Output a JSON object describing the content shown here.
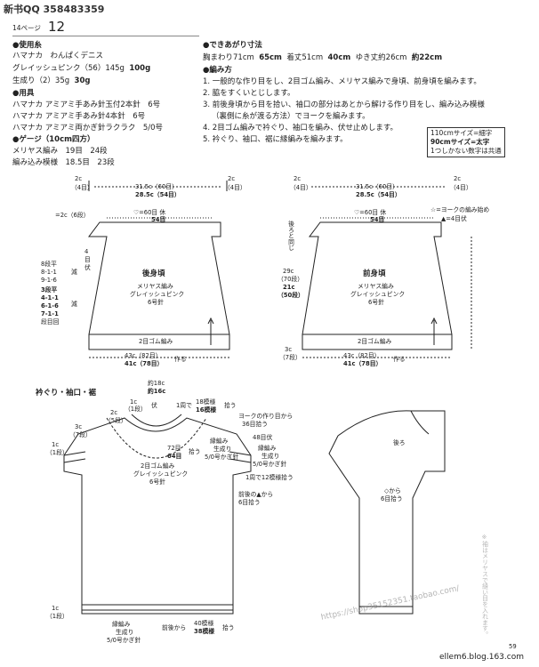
{
  "header": {
    "qq_text": "新书QQ 358483359",
    "page_label": "14ページ",
    "page_number": "12"
  },
  "materials": {
    "yarn_title": "●使用糸",
    "yarn_line1": "ハマナカ　わんぱくデニス",
    "yarn_line2a": "グレイッシュピンク（56）145g",
    "yarn_line2b": "100g",
    "yarn_line3a": "生成り（2）35g",
    "yarn_line3b": "30g",
    "tools_title": "●用具",
    "tools_line1": "ハマナカ アミアミ手あみ針玉付2本針　6号",
    "tools_line2": "ハマナカ アミアミ手あみ針4本針　6号",
    "tools_line3": "ハマナカ アミアミ両かぎ針ラクラク　5/0号",
    "gauge_title": "●ゲージ（10cm四方）",
    "gauge_line1": "メリヤス編み　19目　24段",
    "gauge_line2": "編み込み模様　18.5目　23段"
  },
  "finished": {
    "title": "●できあがり寸法",
    "line_a": "胸まわり71cm",
    "line_b": "65cm",
    "line_c": "着丈51cm",
    "line_d": "40cm",
    "line_e": "ゆき丈約26cm",
    "line_f": "約22cm",
    "method_title": "●編み方",
    "step1": "1. 一般的な作り目をし、2目ゴム編み、メリヤス編みで身頃、前身頃を編みます。",
    "step2": "2. 脇をすくいとじします。",
    "step3a": "3. 前後身頃から目を拾い、袖口の部分はあとから解ける作り目をし、編み込み模様",
    "step3b": "（裏側に糸が渡る方法）でヨークを編みます。",
    "step4": "4. 2目ゴム編みで衿ぐり、袖口を編み、伏せ止めします。",
    "step5": "5. 衿ぐり、袖口、裾に縁編みを編みます。"
  },
  "size_legend": {
    "line1": "110cmサイズ=細字",
    "line2": "90cmサイズ=太字",
    "line3": "1つしかない数字は共通"
  },
  "back": {
    "title": "後身頃",
    "stitch": "メリヤス編み",
    "color": "グレイッシュピンク",
    "needle": "6号針",
    "top_2c_left": "2c",
    "top_4m_left": "（4目）",
    "top_w1": "31.5c（60目）",
    "top_w2": "28.5c（54目）",
    "top_2c_right": "2c",
    "top_4m_right": "（4目）",
    "neck_a": "=2c（6段）",
    "neck_b": "♡=60目",
    "neck_b2": "休",
    "neck_c": "54目",
    "rest_a": "4",
    "rest_b": "目",
    "rest_c": "伏",
    "dec_a": "8段平",
    "dec_b": "8-1-1",
    "dec_c": "9-1-6",
    "dec_label1": "減",
    "dec_d": "3段平",
    "dec_e": "4-1-1",
    "dec_f": "6-1-6",
    "dec_g": "7-1-1",
    "dec_h": "段目回",
    "dec_label2": "減",
    "rib": "2目ゴム編み",
    "bottom_a": "43c（82目）",
    "bottom_b": "41c（78目）",
    "bottom_c": "作る"
  },
  "front": {
    "title": "前身頃",
    "stitch": "メリヤス編み",
    "color": "グレイッシュピンク",
    "needle": "6号針",
    "top_2c_left": "2c",
    "top_4m_left": "（4目）",
    "top_w1": "31.5c（60目）",
    "top_w2": "28.5c（54目）",
    "top_2c_right": "2c",
    "top_4m_right": "（4目）",
    "neck_a": "♡=60目",
    "neck_a2": "休",
    "neck_b": "54目",
    "side_note": "後ろと同じ",
    "star_a": "☆=ヨークの編み始め",
    "star_b": "▲=4目伏",
    "h1": "29c",
    "h2": "（70段）",
    "h3": "21c",
    "h4": "（50段）",
    "rib": "2目ゴム編み",
    "side_3c": "3c",
    "side_7": "（7段）",
    "bottom_a": "43c（82目）",
    "bottom_b": "41c（78目）",
    "bottom_c": "作る"
  },
  "yoke": {
    "title": "衿ぐり・袖口・裾",
    "neck_w1": "約18c",
    "neck_w2": "約16c",
    "c1": "1c",
    "c1b": "（1段）",
    "fu": "伏",
    "round_a": "1周で",
    "round_b": "18模様",
    "round_c": "16模様",
    "round_d": "拾う",
    "c2": "2c",
    "c2b": "（5段）",
    "c3": "3c",
    "c3b": "（7段）",
    "c1c": "1c",
    "c1cb": "（1段）",
    "m72": "72目",
    "m64": "64目",
    "pick": "拾う",
    "edge1": "縁編み",
    "edge2": "生成り",
    "edge3": "5/0号かぎ針",
    "rib1": "2目ゴム編み",
    "rib2": "グレイッシュピンク",
    "rib3": "6号針",
    "from_a": "ヨークの作り目から",
    "from_b": "36目拾う",
    "m48": "48目伏",
    "edge4": "縁編み",
    "edge5": "生成り",
    "edge6": "5/0号かぎ針",
    "m12": "1周で12模様拾う",
    "tri_a": "前後の▲から",
    "tri_b": "6目拾う",
    "hem_c": "1c",
    "hem_cb": "（1段）",
    "hem_edge1": "縁編み",
    "hem_edge2": "生成り",
    "hem_edge3": "5/0号かぎ針",
    "hem_pick1": "前後から",
    "hem_pick2": "40模様",
    "hem_pick3": "38模様",
    "hem_pick4": "拾う"
  },
  "side_view": {
    "back_label": "後ろ",
    "from_a": "◇から",
    "from_b": "6目拾う"
  },
  "watermark": {
    "vertical": "※袖はメリヤスで縫い目を入れます。",
    "url": "https://shop35152351.taobao.com/"
  },
  "footer": {
    "page": "59",
    "blog": "ellem6.blog.163.com"
  }
}
